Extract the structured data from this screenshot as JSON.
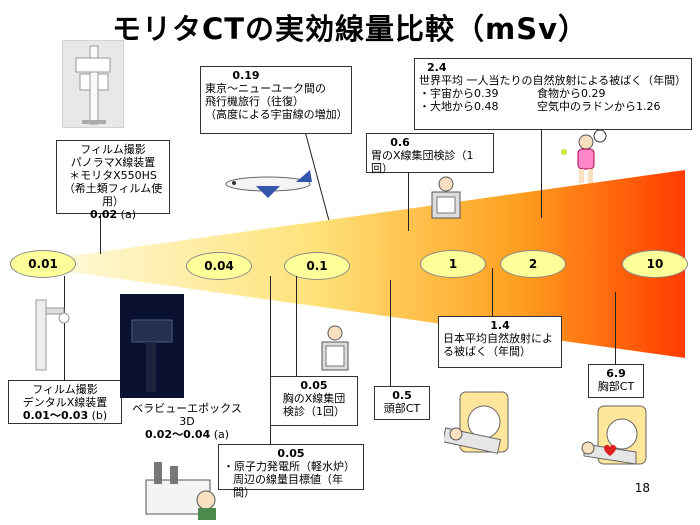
{
  "title": "モリタCTの実効線量比較（mSv）",
  "scale_markers": [
    "0.01",
    "0.04",
    "0.1",
    "1",
    "2",
    "10"
  ],
  "boxes": {
    "panorama": {
      "line1": "フィルム撮影",
      "line2": "パノラマX線装置",
      "line3": "＊モリタX550HS",
      "line4": "（希土類フィルム使用）",
      "value": "0.02",
      "ref": "(a)"
    },
    "flight": {
      "value": "0.19",
      "line1": "東京～ニューユーク間の",
      "line2": "飛行機旅行（往復）",
      "line3": "（高度による宇宙線の増加）"
    },
    "stomach": {
      "value": "0.6",
      "line1": "胃のX線集団検診（1回）"
    },
    "natural_world": {
      "value": "2.4",
      "line1": "世界平均 一人当たりの自然放射による被ばく（年間）",
      "line2a": "・宇宙から0.39",
      "line2b": "食物から0.29",
      "line3a": "・大地から0.48",
      "line3b": "空気中のラドンから1.26"
    },
    "dental": {
      "line1": "フィルム撮影",
      "line2": "デンタルX線装置",
      "value": "0.01～0.03",
      "ref": "(b)"
    },
    "veraview": {
      "line1": "ベラビューエポックス3D",
      "value": "0.02～0.04",
      "ref": "(a)"
    },
    "chest": {
      "value": "0.05",
      "line1": "胸のX線集団",
      "line2": "検診（1回）"
    },
    "nuclear": {
      "value": "0.05",
      "line1": "・原子力発電所（軽水炉）",
      "line2": "周辺の線量目標値（年間）"
    },
    "head_ct": {
      "value": "0.5",
      "line1": "頭部CT"
    },
    "japan_natural": {
      "value": "1.4",
      "line1": "日本平均自然放射によ",
      "line2": "る被ばく（年間）"
    },
    "chest_ct": {
      "value": "6.9",
      "line1": "胸部CT"
    }
  },
  "page_number": "18",
  "colors": {
    "wedge_start": "#fffde0",
    "wedge_mid": "#ffd24a",
    "wedge_end": "#ff4a00",
    "oval_fill": "#ffff99",
    "airplane": "#3355aa"
  }
}
